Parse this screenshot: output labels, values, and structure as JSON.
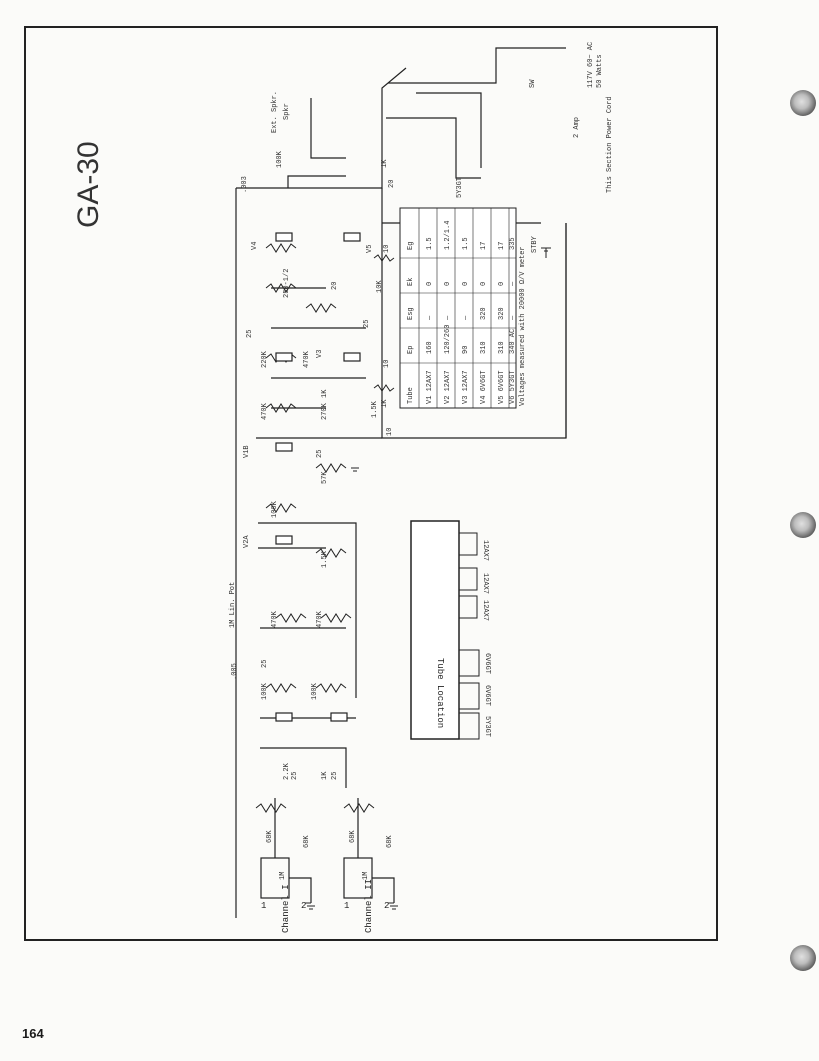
{
  "page": {
    "number": "164"
  },
  "schematic": {
    "model": "GA-30",
    "input_labels": {
      "channel_1": "Channel I",
      "channel_2": "Channel II",
      "input_1a": "1",
      "input_1b": "2",
      "input_2a": "1",
      "input_2b": "2"
    },
    "components": [
      "68K",
      "68K",
      "1M",
      "68K",
      "68K",
      "1M",
      "2.2K",
      "25",
      "1K",
      "25",
      "100K",
      "100K",
      ".005",
      "25",
      "470K",
      "470K",
      "1M Lin. Pot",
      "1.5K",
      "100K",
      "V2A",
      "57K",
      "25",
      "V1B",
      "270K",
      "1.5K",
      "1K",
      "10",
      "470K",
      "1K",
      "220K",
      "25",
      "470K",
      "10K",
      "10",
      "V3",
      "25",
      "V4",
      "V5",
      "10",
      "250-1/2",
      "20",
      "100K",
      ".003",
      "1K"
    ],
    "power_labels": {
      "line": "117V 60~ AC",
      "line2": "50 Watts",
      "fuse": "2 Amp",
      "sw": "SW",
      "std": "STBY",
      "mains_note": "This Section Power Cord",
      "speaker": "Spkr",
      "ext_speaker": "Ext. Spkr.",
      "rectifier": "5Y3GT",
      "filter_caps": "20"
    },
    "table": {
      "headers": [
        "Tube",
        "Ep",
        "Esg",
        "Ek",
        "Eg"
      ],
      "rows": [
        [
          "V1 12AX7",
          "160",
          "—",
          "0",
          "1.5"
        ],
        [
          "V2 12AX7",
          "120/260",
          "—",
          "0",
          "1.2/1.4"
        ],
        [
          "V3 12AX7",
          "90",
          "—",
          "0",
          "1.5"
        ],
        [
          "V4 6V6GT",
          "310",
          "320",
          "0",
          "17"
        ],
        [
          "V5 6V6GT",
          "310",
          "320",
          "0",
          "17"
        ],
        [
          "V6 5Y3GT",
          "340 AC",
          "—",
          "—",
          "335"
        ]
      ],
      "note": "Voltages measured with 20000 Ω/V meter"
    },
    "tube_location": {
      "title": "Tube Location",
      "tubes": [
        "12AX7",
        "12AX7",
        "12AX7",
        "6V6GT",
        "6V6GT",
        "5Y3GT"
      ]
    }
  }
}
